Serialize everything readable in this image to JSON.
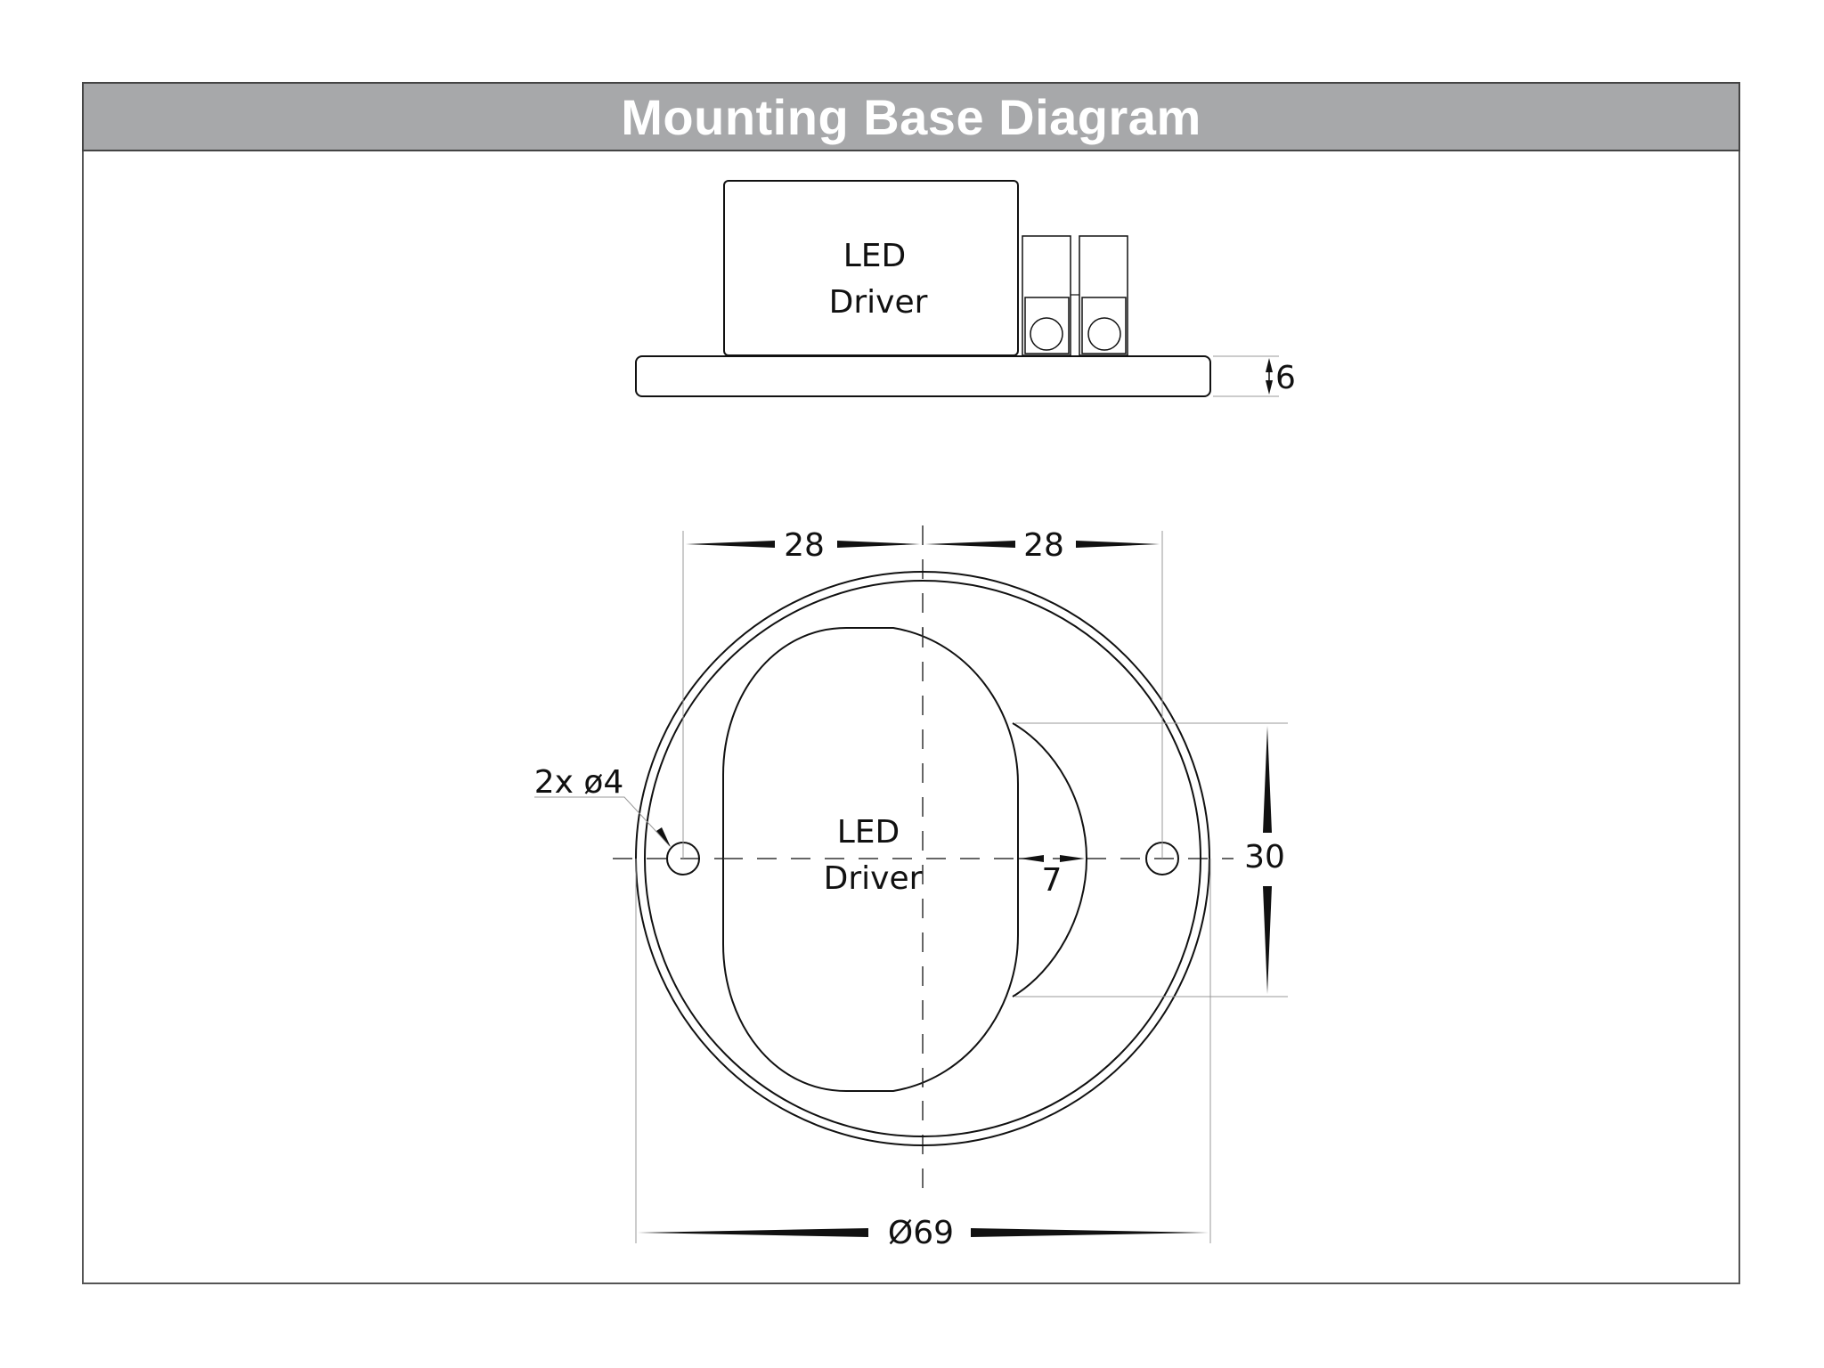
{
  "header": {
    "title": "Mounting Base Diagram"
  },
  "side_view": {
    "driver_label_line1": "LED",
    "driver_label_line2": "Driver",
    "base_thickness": "6"
  },
  "top_view": {
    "driver_label_line1": "LED",
    "driver_label_line2": "Driver",
    "hole_spacing_left": "28",
    "hole_spacing_right": "28",
    "hole_callout": "2x ø4",
    "overall_diameter": "Ø69",
    "cable_exit_width": "30",
    "cable_exit_depth": "7"
  },
  "colors": {
    "header_bg": "#a7a8aa",
    "title": "#ffffff",
    "line": "#111111",
    "dim_line": "#999999"
  }
}
